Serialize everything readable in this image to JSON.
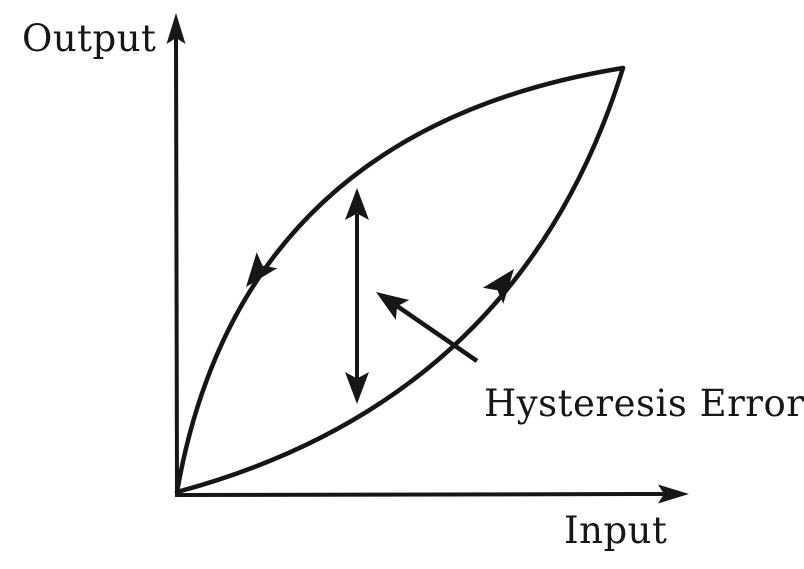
{
  "diagram": {
    "type": "hysteresis-error-figure",
    "labels": {
      "y_axis": "Output",
      "x_axis": "Input",
      "annotation": "Hysteresis Error"
    },
    "colors": {
      "ink": "#161616",
      "background": "#ffffff"
    },
    "elements": {
      "upper_curve": "unloading curve with arrowhead pointing down-left",
      "lower_curve": "loading curve with arrowhead pointing up-right",
      "error_span": "vertical double-headed arrow between the two curves",
      "annotation_pointer": "arrow from the annotation label to the error span"
    }
  }
}
